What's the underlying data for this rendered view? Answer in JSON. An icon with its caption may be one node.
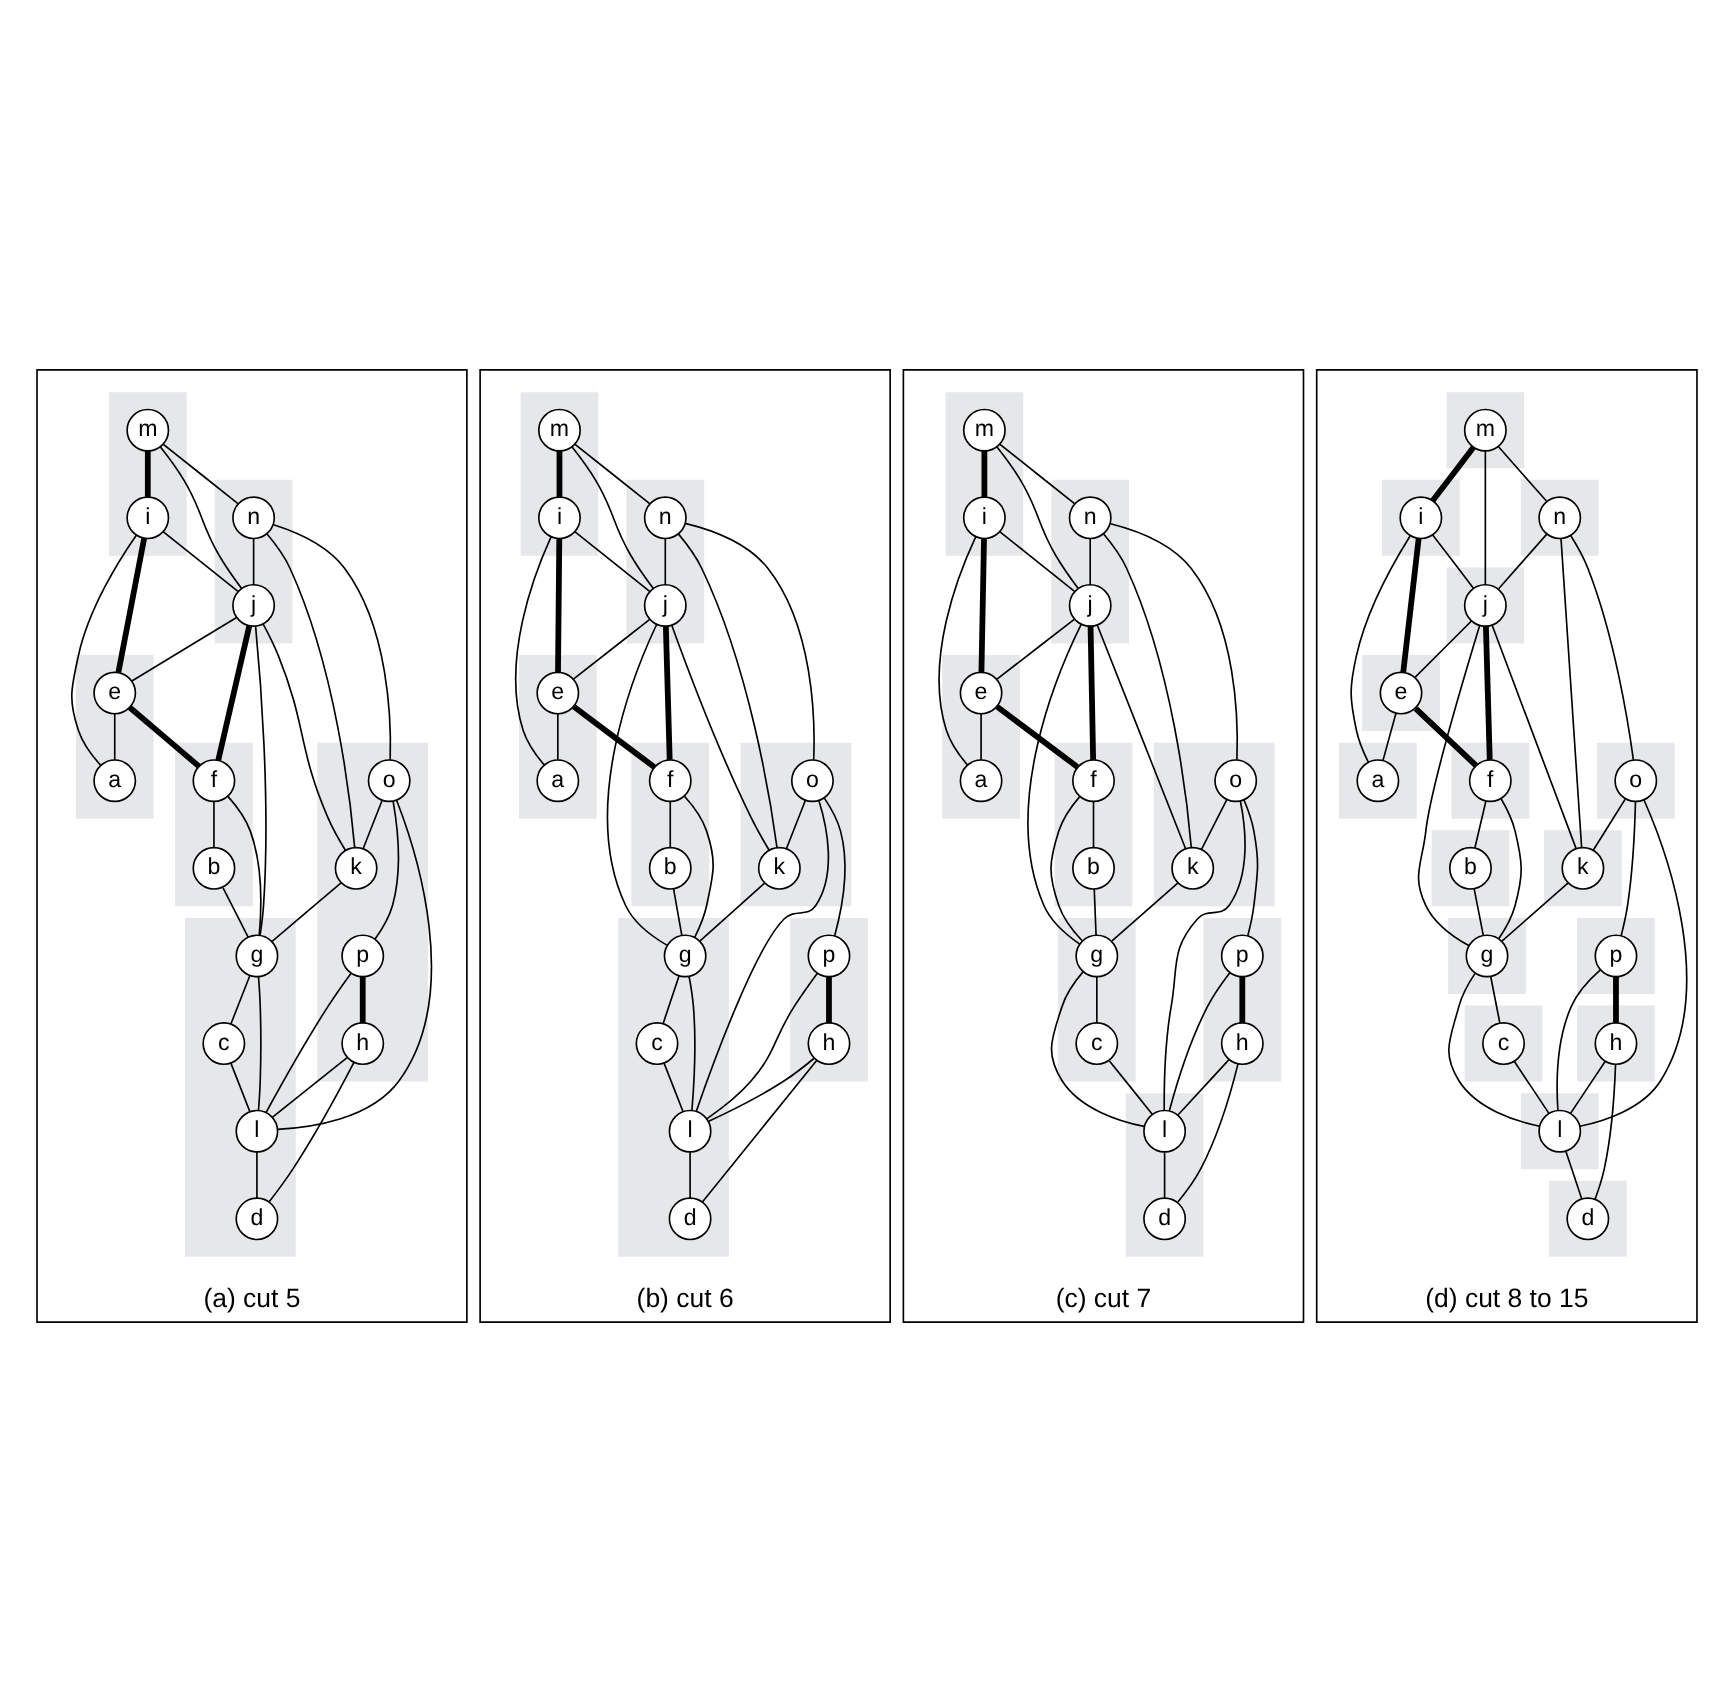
{
  "diagram": {
    "nodes": [
      {
        "text": [
          "(a) cut 5"
        ]
      },
      {
        "text": [],
        "shape": "box",
        "in": 0
      },
      {
        "text": [
          "m"
        ],
        "in": 1
      },
      {
        "text": [
          "i"
        ],
        "in": 1
      },
      {
        "text": [],
        "shape": "box",
        "in": 0
      },
      {
        "text": [
          "n"
        ],
        "in": 4
      },
      {
        "text": [
          "j"
        ],
        "in": 4
      },
      {
        "text": [],
        "shape": "box",
        "in": 0
      },
      {
        "text": [
          "o"
        ],
        "in": 7
      },
      {
        "text": [
          "k"
        ],
        "in": 7
      },
      {
        "text": [
          "p"
        ],
        "in": 7
      },
      {
        "text": [
          "h"
        ],
        "in": 7
      },
      {
        "text": [],
        "shape": "box",
        "in": 0
      },
      {
        "text": [
          "e"
        ],
        "in": 12
      },
      {
        "text": [
          "a"
        ],
        "in": 12
      },
      {
        "text": [],
        "shape": "box",
        "in": 0
      },
      {
        "text": [
          "f"
        ],
        "in": 15
      },
      {
        "text": [
          "b"
        ],
        "in": 15
      },
      {
        "text": [],
        "shape": "box",
        "in": 0
      },
      {
        "text": [
          "c"
        ],
        "in": 18
      },
      {
        "text": [
          "g"
        ],
        "in": 18
      },
      {
        "text": [
          "l"
        ],
        "in": 18
      },
      {
        "text": [
          "d"
        ],
        "in": 18
      },
      {
        "text": [
          "(b) cut 6"
        ]
      },
      {
        "text": [],
        "shape": "box",
        "in": 23
      },
      {
        "text": [
          "m"
        ],
        "in": 24
      },
      {
        "text": [
          "i"
        ],
        "in": 24
      },
      {
        "text": [],
        "shape": "box",
        "in": 23
      },
      {
        "text": [
          "n"
        ],
        "in": 27
      },
      {
        "text": [
          "j"
        ],
        "in": 27
      },
      {
        "text": [],
        "shape": "box",
        "in": 23
      },
      {
        "text": [
          "o"
        ],
        "in": 30
      },
      {
        "text": [
          "k"
        ],
        "in": 30
      },
      {
        "text": [],
        "shape": "box",
        "in": 23
      },
      {
        "text": [
          "p"
        ],
        "in": 33
      },
      {
        "text": [
          "h"
        ],
        "in": 33
      },
      {
        "text": [],
        "shape": "box",
        "in": 23
      },
      {
        "text": [
          "e"
        ],
        "in": 36
      },
      {
        "text": [
          "a"
        ],
        "in": 36
      },
      {
        "text": [],
        "shape": "box",
        "in": 23
      },
      {
        "text": [
          "f"
        ],
        "in": 39
      },
      {
        "text": [
          "b"
        ],
        "in": 39
      },
      {
        "text": [],
        "shape": "box",
        "in": 23
      },
      {
        "text": [
          "c"
        ],
        "in": 42
      },
      {
        "text": [
          "g"
        ],
        "in": 42
      },
      {
        "text": [
          "l"
        ],
        "in": 42
      },
      {
        "text": [
          "d"
        ],
        "in": 42
      },
      {
        "text": [
          "(c) cut 7"
        ]
      },
      {
        "text": [],
        "shape": "box",
        "in": 47
      },
      {
        "text": [
          "m"
        ],
        "in": 48
      },
      {
        "text": [
          "i"
        ],
        "in": 48
      },
      {
        "text": [],
        "shape": "box",
        "in": 47
      },
      {
        "text": [
          "n"
        ],
        "in": 51
      },
      {
        "text": [
          "j"
        ],
        "in": 51
      },
      {
        "text": [],
        "shape": "box",
        "in": 47
      },
      {
        "text": [
          "o"
        ],
        "in": 54
      },
      {
        "text": [
          "k"
        ],
        "in": 54
      },
      {
        "text": [],
        "shape": "box",
        "in": 47
      },
      {
        "text": [
          "p"
        ],
        "in": 57
      },
      {
        "text": [
          "h"
        ],
        "in": 57
      },
      {
        "text": [],
        "shape": "box",
        "in": 47
      },
      {
        "text": [
          "e"
        ],
        "in": 60
      },
      {
        "text": [
          "a"
        ],
        "in": 60
      },
      {
        "text": [],
        "shape": "box",
        "in": 47
      },
      {
        "text": [
          "f"
        ],
        "in": 63
      },
      {
        "text": [
          "b"
        ],
        "in": 63
      },
      {
        "text": [],
        "shape": "box",
        "in": 47
      },
      {
        "text": [
          "g"
        ],
        "in": 66
      },
      {
        "text": [
          "c"
        ],
        "in": 66
      },
      {
        "text": [],
        "shape": "box",
        "in": 47
      },
      {
        "text": [
          "l"
        ],
        "in": 69
      },
      {
        "text": [
          "d"
        ],
        "in": 69
      },
      {
        "text": [
          "(d) cut 8 to 15"
        ]
      },
      {
        "text": [],
        "shape": "box",
        "in": 72
      },
      {
        "text": [
          "m"
        ],
        "in": 73
      },
      {
        "text": [],
        "shape": "box",
        "in": 72
      },
      {
        "text": [
          "n"
        ],
        "in": 75
      },
      {
        "text": [],
        "shape": "box",
        "in": 72
      },
      {
        "text": [
          "o"
        ],
        "in": 77
      },
      {
        "text": [],
        "shape": "box",
        "in": 72
      },
      {
        "text": [
          "p"
        ],
        "in": 79
      },
      {
        "text": [],
        "shape": "box",
        "in": 72
      },
      {
        "text": [
          "i"
        ],
        "in": 81
      },
      {
        "text": [],
        "shape": "box",
        "in": 72
      },
      {
        "text": [
          "j"
        ],
        "in": 83
      },
      {
        "text": [],
        "shape": "box",
        "in": 72
      },
      {
        "text": [
          "k"
        ],
        "in": 85
      },
      {
        "text": [],
        "shape": "box",
        "in": 72
      },
      {
        "text": [
          "h"
        ],
        "in": 87
      },
      {
        "text": [],
        "shape": "box",
        "in": 72
      },
      {
        "text": [
          "e"
        ],
        "in": 89
      },
      {
        "text": [],
        "shape": "box",
        "in": 72
      },
      {
        "text": [
          "f"
        ],
        "in": 91
      },
      {
        "text": [],
        "shape": "box",
        "in": 72
      },
      {
        "text": [
          "g"
        ],
        "in": 93
      },
      {
        "text": [],
        "shape": "box",
        "in": 72
      },
      {
        "text": [
          "l"
        ],
        "in": 95
      },
      {
        "text": [],
        "shape": "box",
        "in": 72
      },
      {
        "text": [
          "a"
        ],
        "in": 97
      },
      {
        "text": [],
        "shape": "box",
        "in": 72
      },
      {
        "text": [
          "b"
        ],
        "in": 99
      },
      {
        "text": [],
        "shape": "box",
        "in": 72
      },
      {
        "text": [
          "c"
        ],
        "in": 101
      },
      {
        "text": [],
        "shape": "box",
        "in": 72
      },
      {
        "text": [
          "d"
        ],
        "in": 103
      }
    ],
    "edges": [
      {
        "from": 2,
        "to": 5,
        "arrow": "none"
      },
      {
        "from": 5,
        "to": 8,
        "arrow": "none"
      },
      {
        "from": 8,
        "to": 10,
        "arrow": "none"
      },
      {
        "from": 2,
        "to": 6,
        "arrow": "none"
      },
      {
        "from": 2,
        "to": 3,
        "arrow": "none",
        "style": "thick"
      },
      {
        "from": 5,
        "to": 6,
        "arrow": "none"
      },
      {
        "from": 5,
        "to": 9,
        "arrow": "none"
      },
      {
        "from": 8,
        "to": 9,
        "arrow": "none"
      },
      {
        "from": 8,
        "to": 21,
        "arrow": "none"
      },
      {
        "from": 3,
        "to": 6,
        "arrow": "none"
      },
      {
        "from": 6,
        "to": 9,
        "arrow": "none"
      },
      {
        "from": 10,
        "to": 11,
        "arrow": "none",
        "style": "thick"
      },
      {
        "from": 10,
        "to": 21,
        "arrow": "none"
      },
      {
        "from": 11,
        "to": 21,
        "arrow": "none"
      },
      {
        "from": 11,
        "to": 22,
        "arrow": "none"
      },
      {
        "from": 3,
        "to": 13,
        "arrow": "none",
        "style": "thick"
      },
      {
        "from": 3,
        "to": 14,
        "arrow": "none"
      },
      {
        "from": 6,
        "to": 13,
        "arrow": "none"
      },
      {
        "from": 6,
        "to": 16,
        "arrow": "none",
        "style": "thick"
      },
      {
        "from": 6,
        "to": 20,
        "arrow": "none"
      },
      {
        "from": 9,
        "to": 20,
        "arrow": "none"
      },
      {
        "from": 13,
        "to": 16,
        "arrow": "none",
        "style": "thick"
      },
      {
        "from": 13,
        "to": 14,
        "arrow": "none"
      },
      {
        "from": 16,
        "to": 17,
        "arrow": "none"
      },
      {
        "from": 16,
        "to": 20,
        "arrow": "none"
      },
      {
        "from": 17,
        "to": 20,
        "arrow": "none"
      },
      {
        "from": 20,
        "to": 19,
        "arrow": "none"
      },
      {
        "from": 20,
        "to": 21,
        "arrow": "none"
      },
      {
        "from": 19,
        "to": 21,
        "arrow": "none"
      },
      {
        "from": 21,
        "to": 22,
        "arrow": "none"
      },
      {
        "from": 25,
        "to": 28,
        "arrow": "none"
      },
      {
        "from": 28,
        "to": 31,
        "arrow": "none"
      },
      {
        "from": 31,
        "to": 34,
        "arrow": "none"
      },
      {
        "from": 25,
        "to": 29,
        "arrow": "none"
      },
      {
        "from": 25,
        "to": 26,
        "arrow": "none",
        "style": "thick"
      },
      {
        "from": 28,
        "to": 29,
        "arrow": "none"
      },
      {
        "from": 28,
        "to": 32,
        "arrow": "none"
      },
      {
        "from": 31,
        "to": 32,
        "arrow": "none"
      },
      {
        "from": 31,
        "to": 45,
        "arrow": "none"
      },
      {
        "from": 26,
        "to": 29,
        "arrow": "none"
      },
      {
        "from": 29,
        "to": 32,
        "arrow": "none"
      },
      {
        "from": 34,
        "to": 35,
        "arrow": "none",
        "style": "thick"
      },
      {
        "from": 34,
        "to": 45,
        "arrow": "none"
      },
      {
        "from": 35,
        "to": 45,
        "arrow": "none"
      },
      {
        "from": 35,
        "to": 46,
        "arrow": "none"
      },
      {
        "from": 26,
        "to": 37,
        "arrow": "none",
        "style": "thick"
      },
      {
        "from": 26,
        "to": 38,
        "arrow": "none"
      },
      {
        "from": 29,
        "to": 37,
        "arrow": "none"
      },
      {
        "from": 29,
        "to": 40,
        "arrow": "none",
        "style": "thick"
      },
      {
        "from": 29,
        "to": 44,
        "arrow": "none"
      },
      {
        "from": 32,
        "to": 44,
        "arrow": "none"
      },
      {
        "from": 37,
        "to": 40,
        "arrow": "none",
        "style": "thick"
      },
      {
        "from": 37,
        "to": 38,
        "arrow": "none"
      },
      {
        "from": 40,
        "to": 41,
        "arrow": "none"
      },
      {
        "from": 40,
        "to": 44,
        "arrow": "none"
      },
      {
        "from": 41,
        "to": 44,
        "arrow": "none"
      },
      {
        "from": 44,
        "to": 43,
        "arrow": "none"
      },
      {
        "from": 44,
        "to": 45,
        "arrow": "none"
      },
      {
        "from": 43,
        "to": 45,
        "arrow": "none"
      },
      {
        "from": 45,
        "to": 46,
        "arrow": "none"
      },
      {
        "from": 49,
        "to": 52,
        "arrow": "none"
      },
      {
        "from": 52,
        "to": 55,
        "arrow": "none"
      },
      {
        "from": 55,
        "to": 58,
        "arrow": "none"
      },
      {
        "from": 49,
        "to": 53,
        "arrow": "none"
      },
      {
        "from": 49,
        "to": 50,
        "arrow": "none",
        "style": "thick"
      },
      {
        "from": 52,
        "to": 53,
        "arrow": "none"
      },
      {
        "from": 52,
        "to": 56,
        "arrow": "none"
      },
      {
        "from": 55,
        "to": 56,
        "arrow": "none"
      },
      {
        "from": 55,
        "to": 70,
        "arrow": "none"
      },
      {
        "from": 50,
        "to": 53,
        "arrow": "none"
      },
      {
        "from": 53,
        "to": 56,
        "arrow": "none"
      },
      {
        "from": 58,
        "to": 59,
        "arrow": "none",
        "style": "thick"
      },
      {
        "from": 58,
        "to": 70,
        "arrow": "none"
      },
      {
        "from": 59,
        "to": 70,
        "arrow": "none"
      },
      {
        "from": 59,
        "to": 71,
        "arrow": "none"
      },
      {
        "from": 50,
        "to": 61,
        "arrow": "none",
        "style": "thick"
      },
      {
        "from": 50,
        "to": 62,
        "arrow": "none"
      },
      {
        "from": 53,
        "to": 61,
        "arrow": "none"
      },
      {
        "from": 53,
        "to": 64,
        "arrow": "none",
        "style": "thick"
      },
      {
        "from": 53,
        "to": 67,
        "arrow": "none"
      },
      {
        "from": 56,
        "to": 67,
        "arrow": "none"
      },
      {
        "from": 61,
        "to": 64,
        "arrow": "none",
        "style": "thick"
      },
      {
        "from": 61,
        "to": 62,
        "arrow": "none"
      },
      {
        "from": 64,
        "to": 65,
        "arrow": "none"
      },
      {
        "from": 64,
        "to": 67,
        "arrow": "none"
      },
      {
        "from": 65,
        "to": 67,
        "arrow": "none"
      },
      {
        "from": 67,
        "to": 68,
        "arrow": "none"
      },
      {
        "from": 67,
        "to": 70,
        "arrow": "none"
      },
      {
        "from": 68,
        "to": 70,
        "arrow": "none"
      },
      {
        "from": 70,
        "to": 71,
        "arrow": "none"
      },
      {
        "from": 74,
        "to": 76,
        "arrow": "none"
      },
      {
        "from": 76,
        "to": 78,
        "arrow": "none"
      },
      {
        "from": 78,
        "to": 80,
        "arrow": "none"
      },
      {
        "from": 74,
        "to": 84,
        "arrow": "none"
      },
      {
        "from": 74,
        "to": 82,
        "arrow": "none",
        "style": "thick"
      },
      {
        "from": 76,
        "to": 84,
        "arrow": "none"
      },
      {
        "from": 76,
        "to": 86,
        "arrow": "none"
      },
      {
        "from": 78,
        "to": 86,
        "arrow": "none"
      },
      {
        "from": 78,
        "to": 96,
        "arrow": "none"
      },
      {
        "from": 82,
        "to": 84,
        "arrow": "none"
      },
      {
        "from": 84,
        "to": 86,
        "arrow": "none"
      },
      {
        "from": 80,
        "to": 88,
        "arrow": "none",
        "style": "thick"
      },
      {
        "from": 80,
        "to": 96,
        "arrow": "none"
      },
      {
        "from": 88,
        "to": 96,
        "arrow": "none"
      },
      {
        "from": 88,
        "to": 104,
        "arrow": "none"
      },
      {
        "from": 82,
        "to": 90,
        "arrow": "none",
        "style": "thick"
      },
      {
        "from": 82,
        "to": 98,
        "arrow": "none"
      },
      {
        "from": 84,
        "to": 90,
        "arrow": "none"
      },
      {
        "from": 84,
        "to": 92,
        "arrow": "none",
        "style": "thick"
      },
      {
        "from": 84,
        "to": 94,
        "arrow": "none"
      },
      {
        "from": 86,
        "to": 94,
        "arrow": "none"
      },
      {
        "from": 90,
        "to": 92,
        "arrow": "none",
        "style": "thick"
      },
      {
        "from": 90,
        "to": 98,
        "arrow": "none"
      },
      {
        "from": 92,
        "to": 100,
        "arrow": "none"
      },
      {
        "from": 92,
        "to": 94,
        "arrow": "none"
      },
      {
        "from": 100,
        "to": 94,
        "arrow": "none"
      },
      {
        "from": 94,
        "to": 102,
        "arrow": "none"
      },
      {
        "from": 94,
        "to": 96,
        "arrow": "none"
      },
      {
        "from": 102,
        "to": 96,
        "arrow": "none"
      },
      {
        "from": 96,
        "to": 104,
        "arrow": "none"
      }
    ]
  }
}
